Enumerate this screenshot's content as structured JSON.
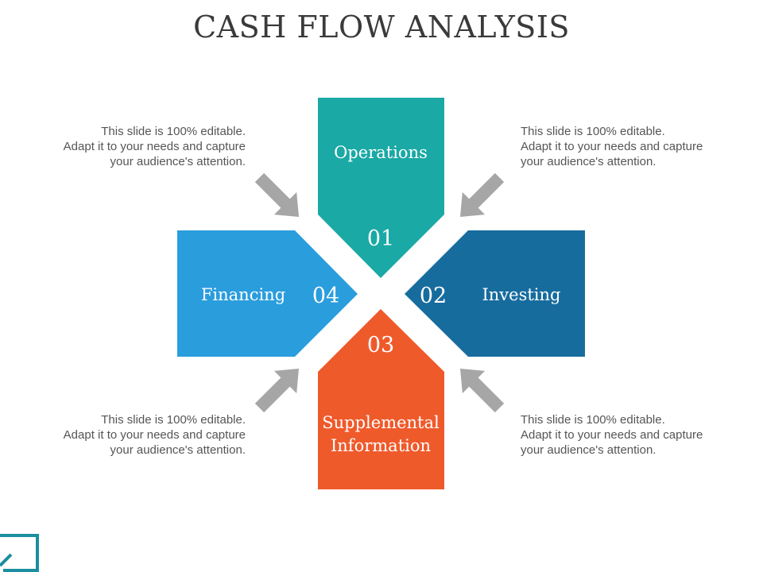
{
  "title": "CASH FLOW ANALYSIS",
  "segments": [
    {
      "id": "01",
      "number": "01",
      "label": "Operations",
      "color": "#1aa9a5"
    },
    {
      "id": "02",
      "number": "02",
      "label": "Investing",
      "color": "#176c9e"
    },
    {
      "id": "03",
      "number": "03",
      "label_line1": "Supplemental",
      "label_line2": "Information",
      "color": "#ef5a2b"
    },
    {
      "id": "04",
      "number": "04",
      "label": "Financing",
      "color": "#2a9ddd"
    }
  ],
  "notes": {
    "top_left": {
      "line1": "This slide is 100% editable.",
      "line2": "Adapt it to your needs and capture",
      "line3": "your audience's attention."
    },
    "top_right": {
      "line1": "This slide is 100% editable.",
      "line2": "Adapt it to your needs and capture",
      "line3": "your audience's attention."
    },
    "bottom_left": {
      "line1": "This slide is 100% editable.",
      "line2": "Adapt it to your needs and capture",
      "line3": "your audience's attention."
    },
    "bottom_right": {
      "line1": "This slide is 100% editable.",
      "line2": "Adapt it to your needs and capture",
      "line3": "your audience's attention."
    }
  },
  "colors": {
    "arrow": "#a6a6a6",
    "logo": "#1a8fa0"
  }
}
